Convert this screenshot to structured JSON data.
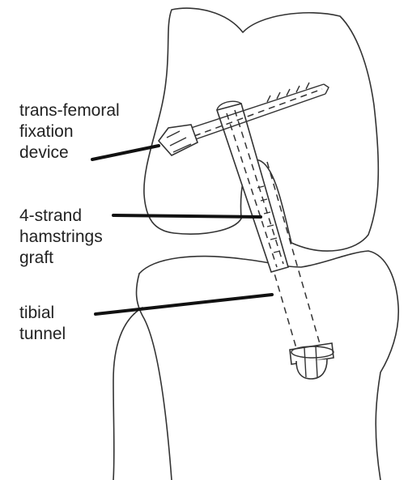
{
  "labels": {
    "fixation_line1": "trans-femoral",
    "fixation_line2": "fixation",
    "fixation_line3": "device",
    "graft_line1": "4-strand",
    "graft_line2": "hamstrings",
    "graft_line3": "graft",
    "tunnel_line1": "tibial",
    "tunnel_line2": "tunnel"
  }
}
